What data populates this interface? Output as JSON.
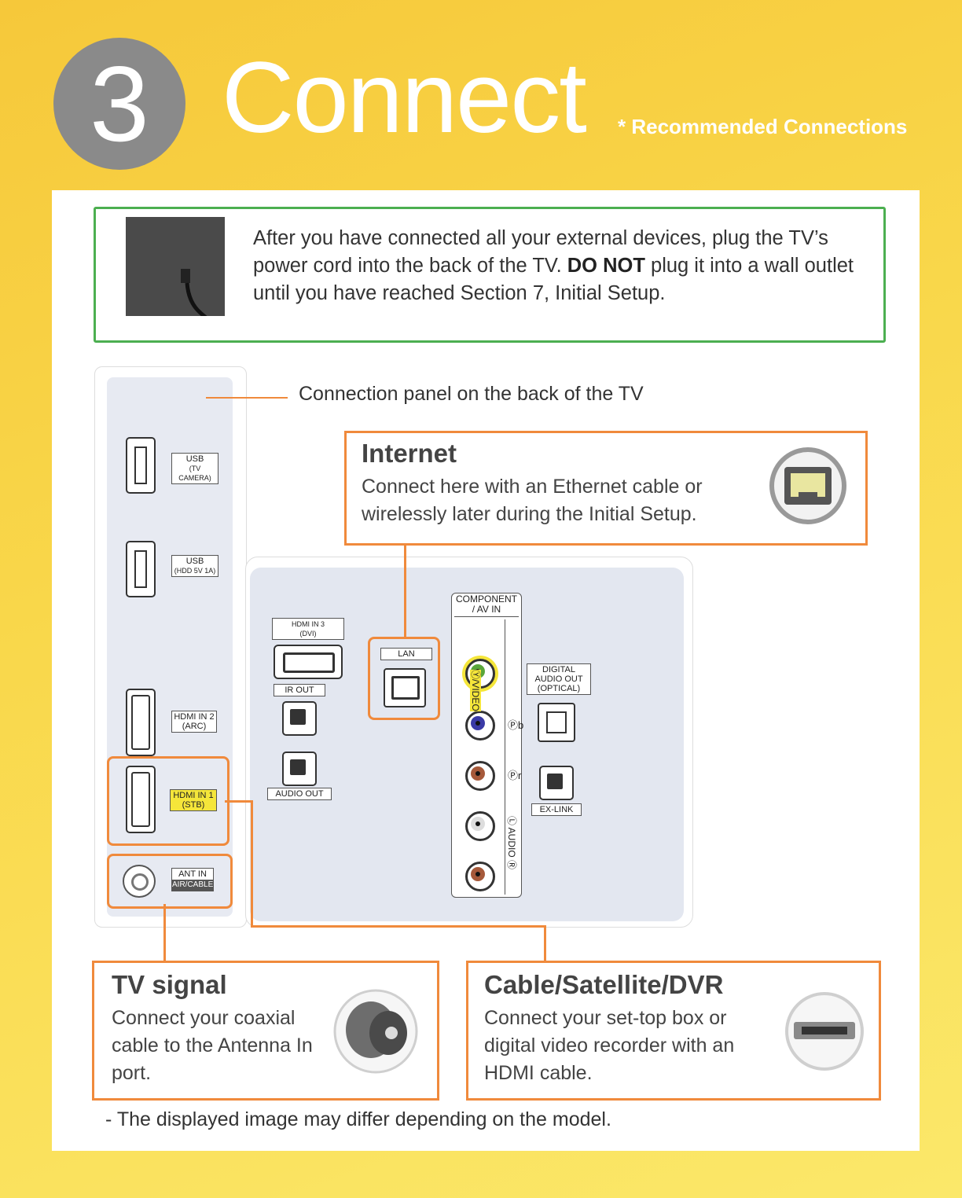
{
  "header": {
    "step_number": "3",
    "title": "Connect",
    "recommended": "* Recommended Connections"
  },
  "notice": {
    "text_before": "After you have connected all your external devices, plug the TV’s power cord into the back of the TV. ",
    "text_bold": "DO NOT",
    "text_after": " plug it into a wall outlet until you have reached Section 7, Initial Setup."
  },
  "panel_caption": "Connection panel on the back of the TV",
  "internet": {
    "title": "Internet",
    "text": "Connect here with an Ethernet cable or wirelessly later during the Initial Setup."
  },
  "tv_signal": {
    "title": "TV signal",
    "text": "Connect your coaxial cable to the Antenna In port."
  },
  "cable": {
    "title": "Cable/Satellite/DVR",
    "text": "Connect your set-top box or digital video recorder with an HDMI cable."
  },
  "ports": {
    "usb1_a": "USB",
    "usb1_b": "(TV CAMERA)",
    "usb2_a": "USB",
    "usb2_b": "(HDD 5V 1A)",
    "hdmi2_a": "HDMI IN 2",
    "hdmi2_b": "(ARC)",
    "hdmi1_a": "HDMI IN 1",
    "hdmi1_b": "(STB)",
    "ant_a": "ANT IN",
    "ant_b": "AIR/CABLE",
    "hdmi3_a": "HDMI IN 3",
    "hdmi3_b": "(DVI)",
    "ir_out": "IR OUT",
    "audio_out": "AUDIO OUT",
    "lan": "LAN",
    "component_a": "COMPONENT",
    "component_b": "/ AV IN",
    "video": "Ⓨ/VIDEO",
    "pb": "Ⓟb",
    "pr": "Ⓟr",
    "audio": "Ⓛ AUDIO Ⓡ",
    "digital_a": "DIGITAL",
    "digital_b": "AUDIO OUT",
    "digital_c": "(OPTICAL)",
    "exlink": "EX-LINK"
  },
  "colors": {
    "accent_orange": "#f08a3c",
    "notice_green": "#4caf50",
    "highlight_yellow": "#f5e63a"
  },
  "footer_note": "- The displayed image may differ depending on the model."
}
